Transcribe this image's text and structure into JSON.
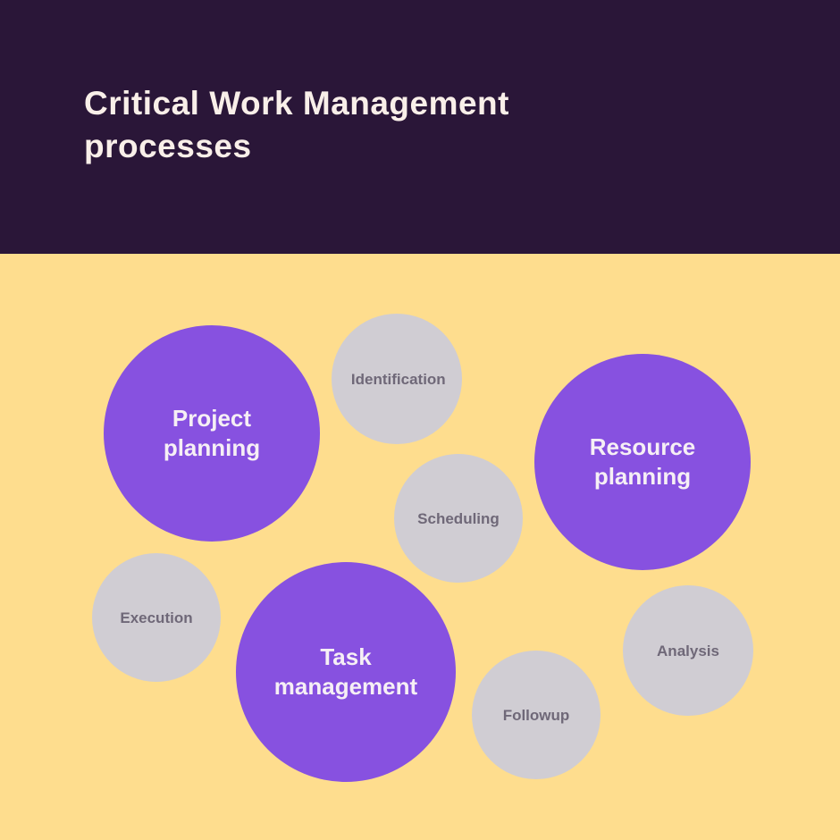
{
  "header": {
    "title": "Critical Work Management processes"
  },
  "colors": {
    "header_bg": "#2A1638",
    "canvas_bg": "#FEDD8E",
    "primary_bubble": "#8751E0",
    "secondary_bubble": "#D0CDD3",
    "title_text": "#F9EFE9",
    "primary_bubble_text": "#F6EFF5",
    "secondary_bubble_text": "#6F6878"
  },
  "bubbles": [
    {
      "label": "Project planning",
      "type": "primary"
    },
    {
      "label": "Identification",
      "type": "secondary"
    },
    {
      "label": "Resource planning",
      "type": "primary"
    },
    {
      "label": "Scheduling",
      "type": "secondary"
    },
    {
      "label": "Execution",
      "type": "secondary"
    },
    {
      "label": "Task management",
      "type": "primary"
    },
    {
      "label": "Analysis",
      "type": "secondary"
    },
    {
      "label": "Followup",
      "type": "secondary"
    }
  ]
}
